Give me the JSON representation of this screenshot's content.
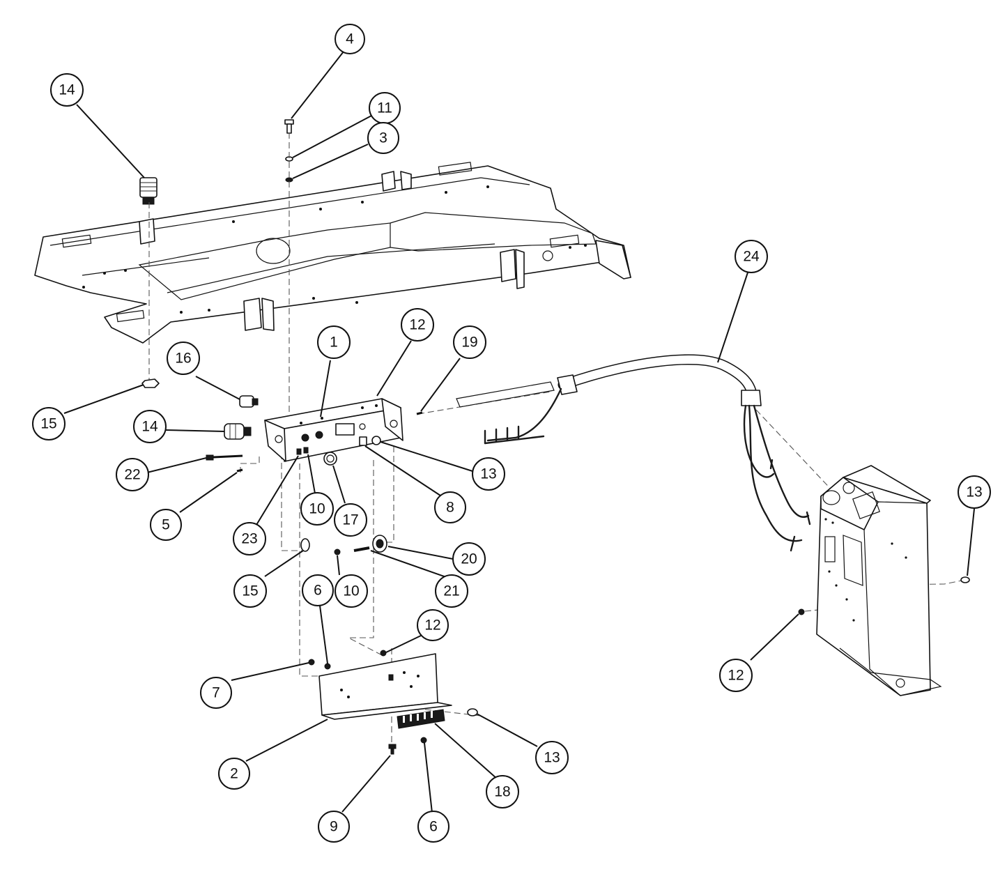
{
  "callouts": [
    {
      "id": "c4",
      "label": "4"
    },
    {
      "id": "c14a",
      "label": "14"
    },
    {
      "id": "c11",
      "label": "11"
    },
    {
      "id": "c3",
      "label": "3"
    },
    {
      "id": "c24",
      "label": "24"
    },
    {
      "id": "c1",
      "label": "1"
    },
    {
      "id": "c12a",
      "label": "12"
    },
    {
      "id": "c19",
      "label": "19"
    },
    {
      "id": "c16",
      "label": "16"
    },
    {
      "id": "c15a",
      "label": "15"
    },
    {
      "id": "c14b",
      "label": "14"
    },
    {
      "id": "c22",
      "label": "22"
    },
    {
      "id": "c13a",
      "label": "13"
    },
    {
      "id": "c13b",
      "label": "13"
    },
    {
      "id": "c5",
      "label": "5"
    },
    {
      "id": "c10a",
      "label": "10"
    },
    {
      "id": "c17",
      "label": "17"
    },
    {
      "id": "c8",
      "label": "8"
    },
    {
      "id": "c23",
      "label": "23"
    },
    {
      "id": "c20",
      "label": "20"
    },
    {
      "id": "c15b",
      "label": "15"
    },
    {
      "id": "c10b",
      "label": "10"
    },
    {
      "id": "c21",
      "label": "21"
    },
    {
      "id": "c6a",
      "label": "6"
    },
    {
      "id": "c12b",
      "label": "12"
    },
    {
      "id": "c12c",
      "label": "12"
    },
    {
      "id": "c7",
      "label": "7"
    },
    {
      "id": "c13c",
      "label": "13"
    },
    {
      "id": "c2",
      "label": "2"
    },
    {
      "id": "c18",
      "label": "18"
    },
    {
      "id": "c9",
      "label": "9"
    },
    {
      "id": "c6b",
      "label": "6"
    }
  ]
}
